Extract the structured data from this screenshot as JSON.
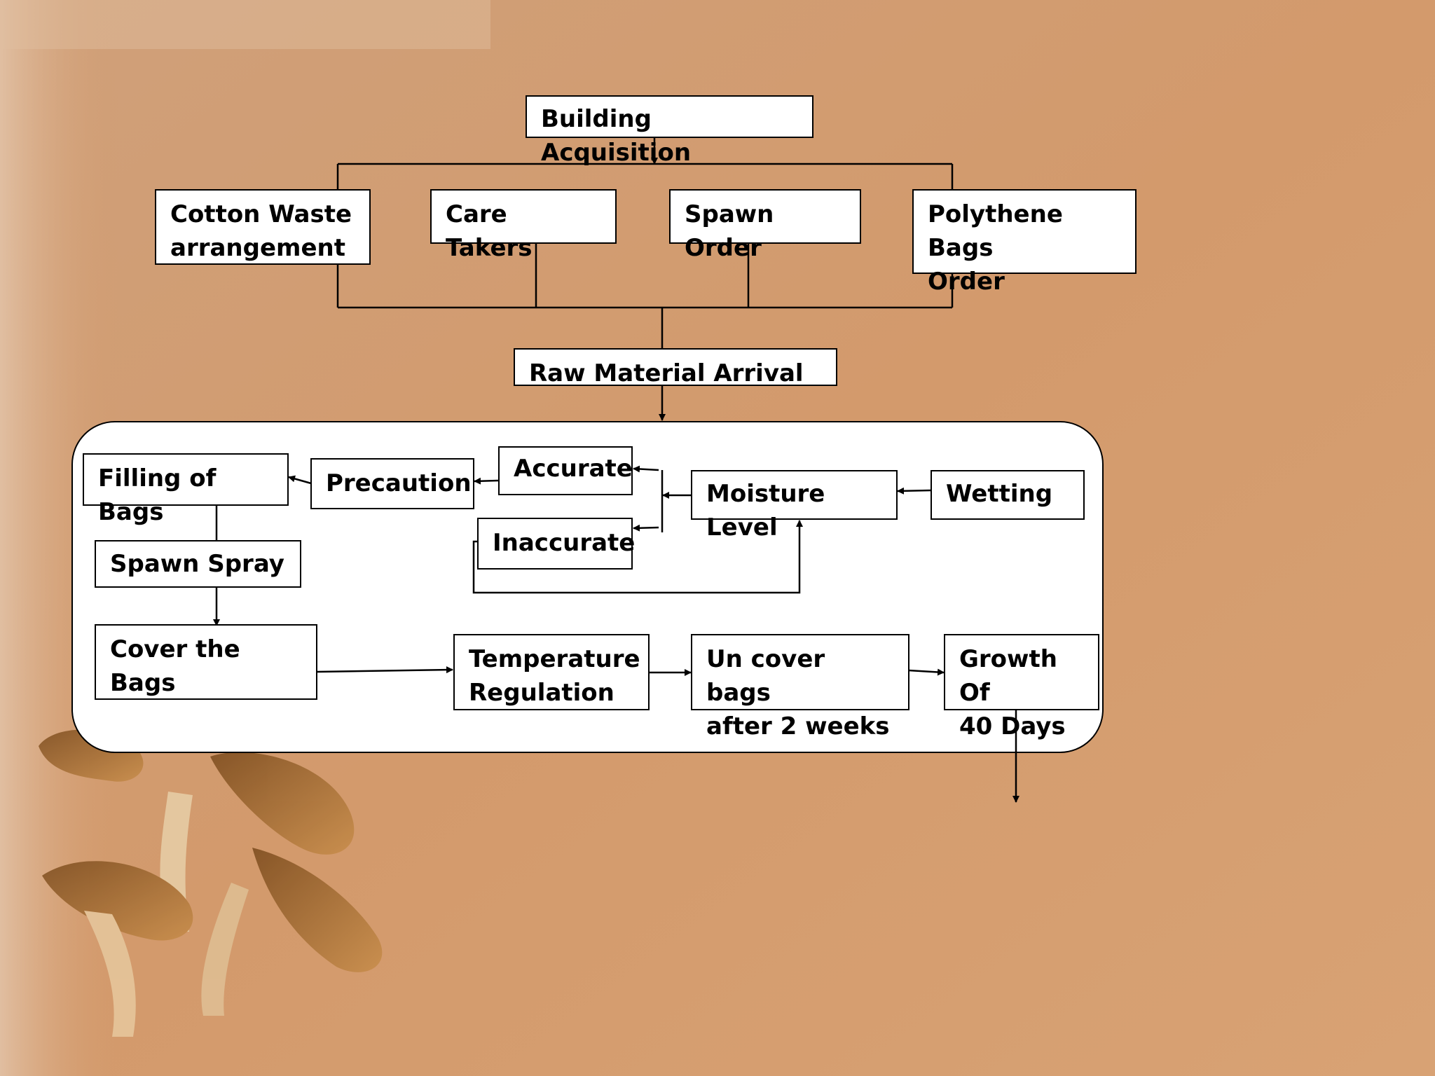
{
  "colors": {
    "background": "#d39a6c",
    "box_fill": "#ffffff",
    "stroke": "#000000"
  },
  "decoration": "mushroom-illustration",
  "nodes": {
    "building_acquisition": "Building Acquisition",
    "cotton_waste": "Cotton Waste\narrangement",
    "care_takers": "Care Takers",
    "spawn_order": "Spawn Order",
    "polythene_bags": "Polythene Bags\nOrder",
    "raw_material": "Raw Material Arrival",
    "filling_of_bags": "Filling of Bags",
    "precaution": "Precaution",
    "accurate": "Accurate",
    "inaccurate": "Inaccurate",
    "moisture_level": "Moisture Level",
    "wetting": "Wetting",
    "spawn_spray": "Spawn Spray",
    "cover_the_bags": "Cover the Bags",
    "temperature_regulation": "Temperature\nRegulation",
    "uncover_bags": "Un cover bags\nafter 2 weeks",
    "growth": "Growth Of\n40 Days"
  }
}
